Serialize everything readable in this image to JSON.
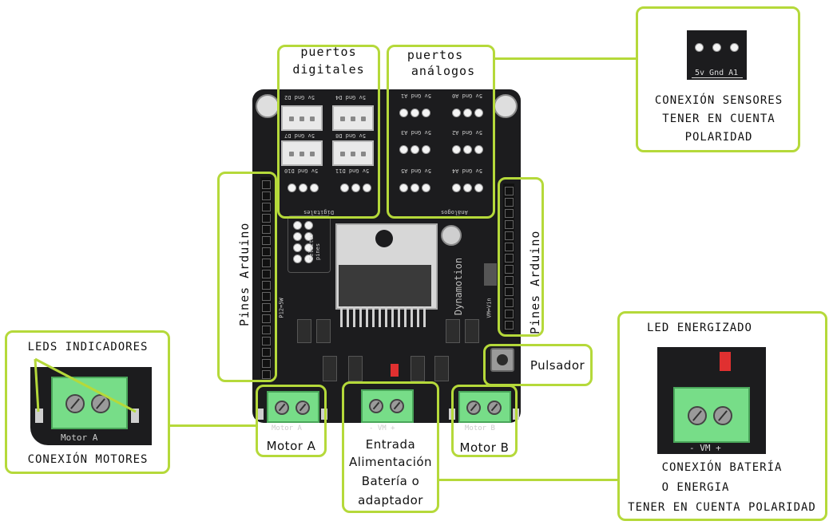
{
  "labels": {
    "puertos_digitales": [
      "puertos",
      "digitales"
    ],
    "puertos_analogos": [
      "puertos",
      "análogos"
    ],
    "conexion_sensores": [
      "CONEXIÓN SENSORES",
      "TENER EN CUENTA",
      "POLARIDAD"
    ],
    "pines_arduino_left": "Pines Arduino",
    "pines_arduino_right": "Pines Arduino",
    "leds_indicadores": "LEDS INDICADORES",
    "conexion_motores": "CONEXIÓN MOTORES",
    "led_energizado": "LED ENERGIZADO",
    "conexion_bateria": [
      "CONEXIÓN BATERÍA",
      "O ENERGIA",
      "TENER EN CUENTA POLARIDAD"
    ],
    "pulsador": "Pulsador",
    "motor_a": "Motor A",
    "motor_b": "Motor B",
    "entrada": [
      "Entrada",
      "Alimentación",
      "Batería o",
      "adaptador"
    ]
  },
  "silkscreen": {
    "sensor_pins": "5v Gnd A1",
    "motor_a": "Motor A",
    "motor_b": "Motor B",
    "vm": "- VM +",
    "dynamotion": "Dynamotion",
    "digitales": "Digitales",
    "analogos": "Análogos",
    "selector": "Selector pines",
    "p12": "P12=5W",
    "vmvin": "VM=Vin",
    "d2": "5v Gnd D2",
    "d4": "5v Gnd D4",
    "d7": "5v Gnd D7",
    "d8": "5v Gnd D8",
    "d10": "5v Gnd D10",
    "d11": "5v Gnd D11",
    "a0": "5v Gnd A0",
    "a1": "5v Gnd A1",
    "a2": "5v Gnd A2",
    "a3": "5v Gnd A3",
    "a4": "5v Gnd A4",
    "a5": "5v Gnd A5"
  },
  "colors": {
    "callout_border": "#b5d93a",
    "pcb": "#1c1c1e",
    "terminal": "#77dd88",
    "led": "#e03030"
  }
}
